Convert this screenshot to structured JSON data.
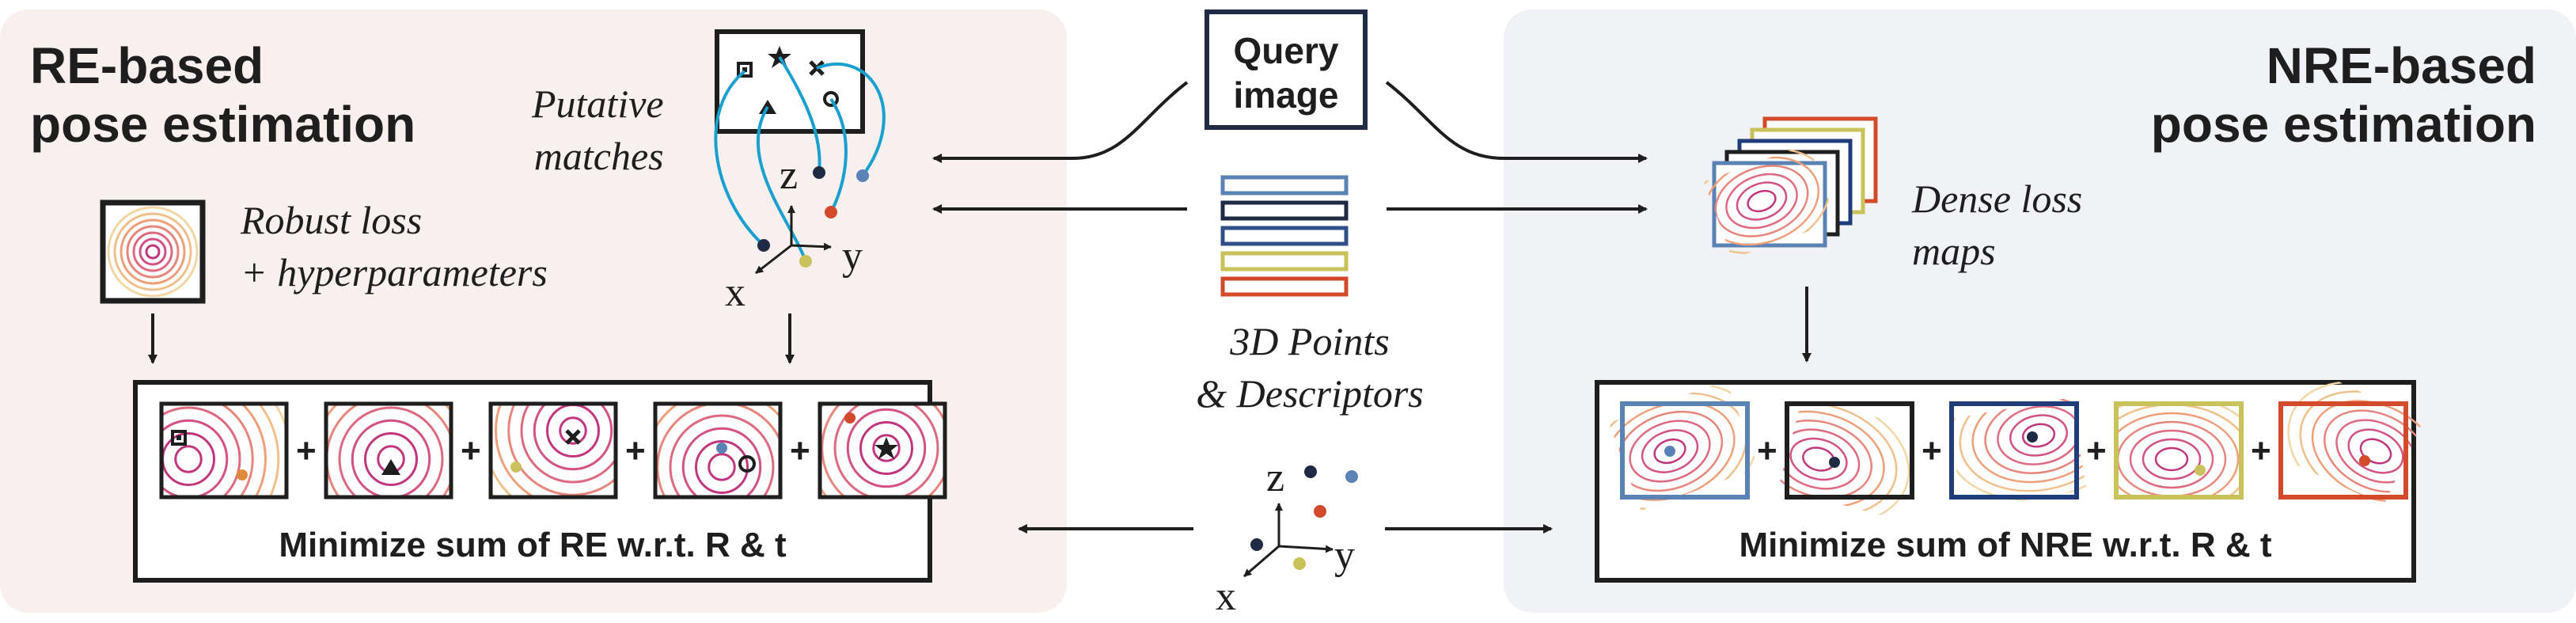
{
  "left": {
    "title_line1": "RE-based",
    "title_line2": "pose estimation",
    "matches_line1": "Putative",
    "matches_line2": "matches",
    "robust_line1": "Robust loss",
    "robust_line2": "+ hyperparameters",
    "sum_label": "Minimize sum of RE w.r.t. R & t"
  },
  "right": {
    "title_line1": "NRE-based",
    "title_line2": "pose estimation",
    "dense_line1": "Dense loss",
    "dense_line2": "maps",
    "sum_label": "Minimize sum of NRE w.r.t. R & t"
  },
  "center": {
    "query_line1": "Query",
    "query_line2": "image",
    "points_line1": "3D Points",
    "points_line2": "& Descriptors"
  },
  "axes": {
    "x": "x",
    "y": "y",
    "z": "z"
  },
  "plus": "+",
  "colors": {
    "left_panel_bg": "#f8efef",
    "right_panel_bg": "#f0f2f5",
    "navy": "#1f2a44",
    "steel_blue": "#5b82b5",
    "olive_yellow": "#c9c25a",
    "orange_red": "#d24a2a",
    "cyan_line": "#1aa0cf"
  },
  "icons": [
    "square-marker-icon",
    "star-marker-icon",
    "cross-marker-icon",
    "triangle-marker-icon",
    "ring-marker-icon"
  ]
}
